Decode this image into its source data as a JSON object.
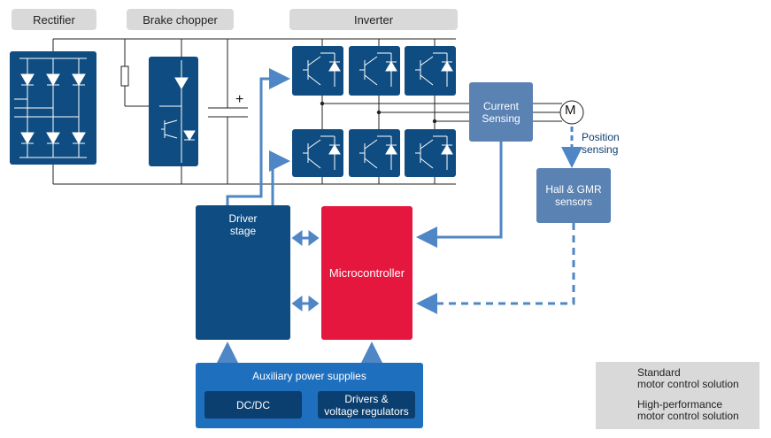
{
  "headers": {
    "rectifier": "Rectifier",
    "brake_chopper": "Brake chopper",
    "inverter": "Inverter"
  },
  "blocks": {
    "current_sensing": [
      "Current",
      "Sensing"
    ],
    "motor": "M",
    "position_sensing": [
      "Position",
      "sensing"
    ],
    "hall_gmr": [
      "Hall & GMR",
      "sensors"
    ],
    "driver_stage": [
      "Driver",
      "stage"
    ],
    "microcontroller": "Microcontroller",
    "aux_power": "Auxiliary power supplies",
    "dcdc": "DC/DC",
    "drivers_regulators": [
      "Drivers &",
      "voltage regulators"
    ],
    "capacitor_plus": "+"
  },
  "legend": {
    "standard": [
      "Standard",
      "motor control solution"
    ],
    "high_perf": [
      "High-performance",
      "motor control solution"
    ]
  },
  "colors": {
    "navy": "#0f4c81",
    "steel": "#5a82b3",
    "red": "#e5173f",
    "blue": "#1f6fbf",
    "arrow": "#4f86c6",
    "legend_bg": "#d9d9d9"
  }
}
